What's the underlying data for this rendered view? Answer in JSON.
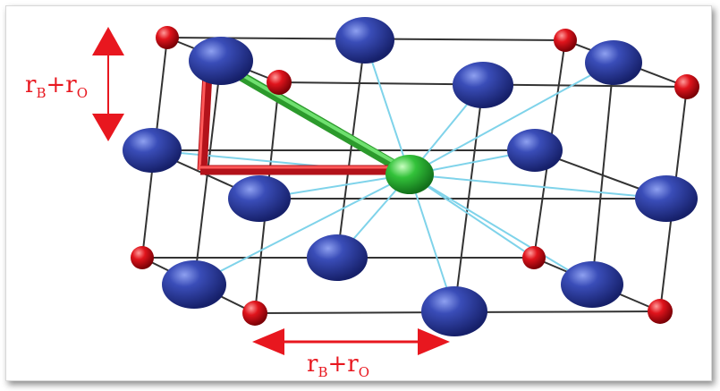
{
  "labels": {
    "radius_b": "r",
    "radius_b_sub": "B",
    "plus": "+",
    "radius_o": "r",
    "radius_o_sub": "O"
  },
  "colors": {
    "b_site_atom": "#2f3f9e",
    "o_atom": "#e0141c",
    "a_site_atom": "#33c23a",
    "bond": "#7fd3ea",
    "cell_edge": "#333333",
    "distance_bar": "#d9161d",
    "diagonal_bar": "#3cb43c",
    "arrow": "#e8171f"
  }
}
